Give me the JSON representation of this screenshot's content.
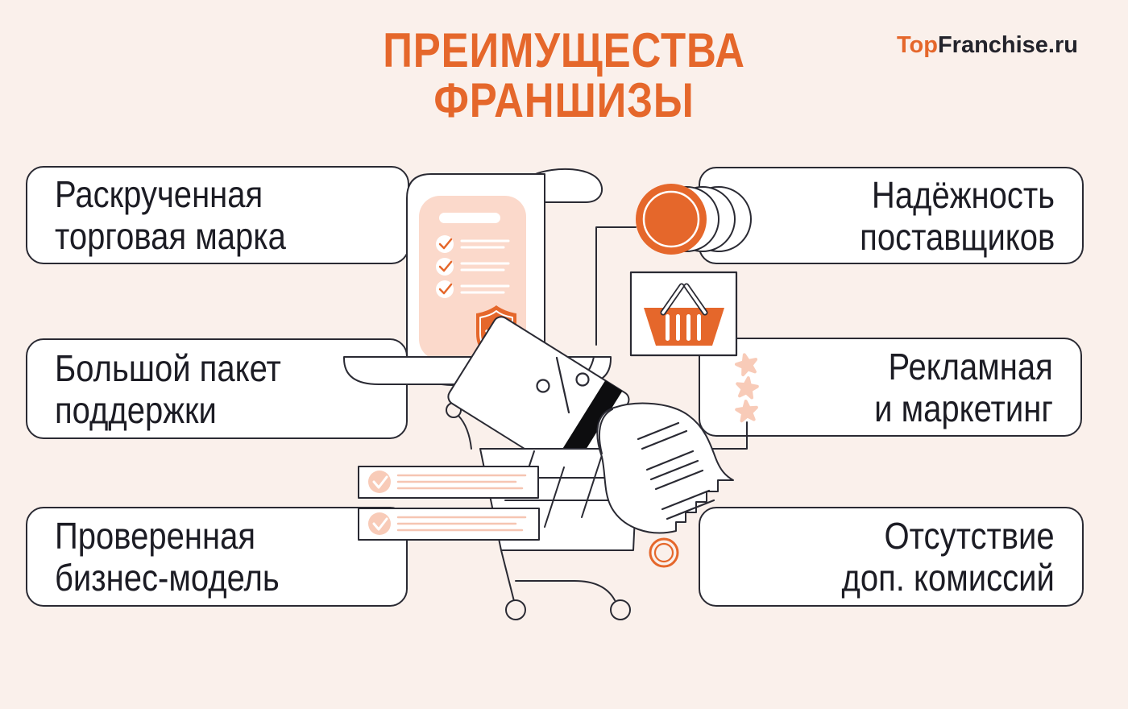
{
  "title": {
    "line1": "ПРЕИМУЩЕСТВА",
    "line2": "ФРАНШИЗЫ",
    "color": "#E5672B"
  },
  "logo": {
    "part1": "Top",
    "part2": "Franchise.ru",
    "part1_color": "#E5672B",
    "part2_color": "#23232B"
  },
  "benefits": {
    "left": [
      {
        "line1": "Раскрученная",
        "line2": "торговая марка"
      },
      {
        "line1": "Большой пакет",
        "line2": "поддержки"
      },
      {
        "line1": "Проверенная",
        "line2": "бизнес-модель"
      }
    ],
    "right": [
      {
        "line1": "Надёжность",
        "line2": "поставщиков"
      },
      {
        "line1": "Рекламная",
        "line2": "и маркетинг"
      },
      {
        "line1": "Отсутствие",
        "line2": "доп. комиссий"
      }
    ]
  },
  "illustration": {
    "icons": [
      "scroll-checklist-icon",
      "shield-check-icon",
      "coins-icon",
      "shopping-basket-icon",
      "credit-card-icon",
      "receipt-icon",
      "shopping-cart-icon",
      "checklist-bar-icon",
      "rating-stars-icon",
      "coin-ring-icon"
    ]
  },
  "colors": {
    "background": "#FAF0EB",
    "accent": "#E5672B",
    "outline": "#2A2A33",
    "panel_pink": "#FBD9CB",
    "star_pink": "#F8CBB8",
    "bar_line_pink": "#F6C5B2",
    "box_bg": "#FFFFFF",
    "card_stripe": "#0D0D0F",
    "text": "#1C1C24"
  }
}
